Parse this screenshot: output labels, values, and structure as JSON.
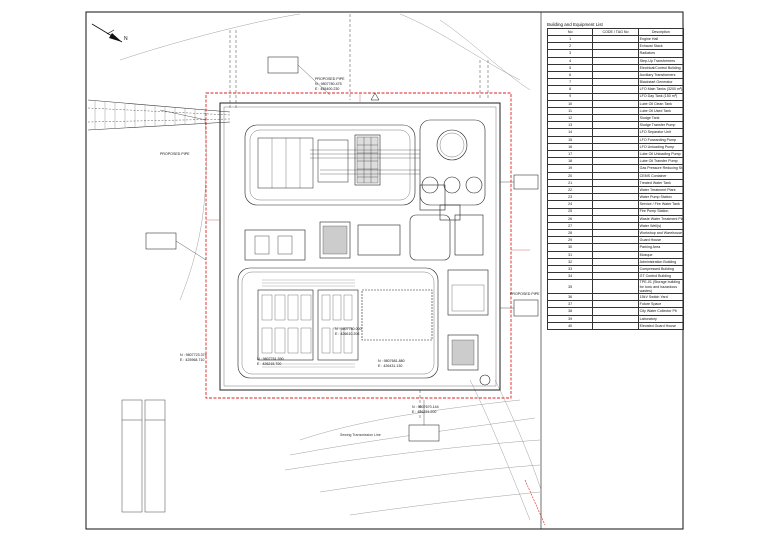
{
  "legend": {
    "title": "Building and Equipment List",
    "headers": [
      "No",
      "CODE / TAG No",
      "Description"
    ],
    "rows": [
      {
        "no": "1",
        "desc": "Engine Hall"
      },
      {
        "no": "2",
        "desc": "Exhaust Stack"
      },
      {
        "no": "3",
        "desc": "Radiators"
      },
      {
        "no": "4",
        "desc": "Step-Up Transformers"
      },
      {
        "no": "5",
        "desc": "Electrical/Control Building"
      },
      {
        "no": "6",
        "desc": "Auxiliary Transformers"
      },
      {
        "no": "7",
        "desc": "Blackstart Generator"
      },
      {
        "no": "8",
        "desc": "LFO Main Tanks (3200 m³)"
      },
      {
        "no": "9",
        "desc": "LFO Day Tank (150 m³)"
      },
      {
        "no": "10",
        "desc": "Lube Oil Clean Tank"
      },
      {
        "no": "11",
        "desc": "Lube Oil Used Tank"
      },
      {
        "no": "12",
        "desc": "Sludge Tank"
      },
      {
        "no": "13",
        "desc": "Sludge Transfer Pump"
      },
      {
        "no": "14",
        "desc": "LFO Separator Unit"
      },
      {
        "no": "15",
        "desc": "LFO Forwarding Pump"
      },
      {
        "no": "16",
        "desc": "LFO Unloading Pump"
      },
      {
        "no": "17",
        "desc": "Lube Oil Unloading Pump"
      },
      {
        "no": "18",
        "desc": "Lube Oil Transfer Pump"
      },
      {
        "no": "19",
        "desc": "Gas Pressure Reducing Station"
      },
      {
        "no": "20",
        "desc": "CEMS Container"
      },
      {
        "no": "21",
        "desc": "Treated Water Tank"
      },
      {
        "no": "22",
        "desc": "Water Treatment Plant"
      },
      {
        "no": "23",
        "desc": "Water Pump Station"
      },
      {
        "no": "24",
        "desc": "Service / Fire Water Tank"
      },
      {
        "no": "25",
        "desc": "Fire Pump Station"
      },
      {
        "no": "26",
        "desc": "Waste Water Treatment Plant"
      },
      {
        "no": "27",
        "desc": "Water Well(s)"
      },
      {
        "no": "28",
        "desc": "Workshop and Warehouse"
      },
      {
        "no": "29",
        "desc": "Guard House"
      },
      {
        "no": "30",
        "desc": "Parking Area"
      },
      {
        "no": "31",
        "desc": "Mosque"
      },
      {
        "no": "32",
        "desc": "Administration Building"
      },
      {
        "no": "33",
        "desc": "Compressed Building"
      },
      {
        "no": "34",
        "desc": "GT Control Building"
      },
      {
        "no": "35",
        "desc": "TPE-01 (Storage building for toxic and hazardous wastes)",
        "tall": true
      },
      {
        "no": "36",
        "desc": "15kV Switch Yard"
      },
      {
        "no": "37",
        "desc": "Future Space"
      },
      {
        "no": "38",
        "desc": "City Water Collector Pit"
      },
      {
        "no": "39",
        "desc": "Laboratory"
      },
      {
        "no": "40",
        "desc": "Elevated Guard House"
      }
    ]
  },
  "labels": {
    "tag_a": "PROPOSED PIPE",
    "tag_b": "PROPOSED PIPE",
    "tag_c": "PROPOSED PIPE",
    "coord_1": "N : 9807780.475",
    "coord_2": "E : 455400.230",
    "coord_3": "N : 9807780.000",
    "coord_4": "E : 426610.206",
    "coord_5": "N : 9807761.590",
    "coord_6": "E : 426215.700",
    "coord_7": "N : 9807723.374",
    "coord_8": "E : 425968.710",
    "coord_9": "N : 9807670.144",
    "coord_10": "E : 426231.200",
    "coord_11": "N : 9807681.880",
    "coord_12": "E : 426431.130",
    "road_label": "Sewing Transmission Line",
    "north": "N"
  }
}
